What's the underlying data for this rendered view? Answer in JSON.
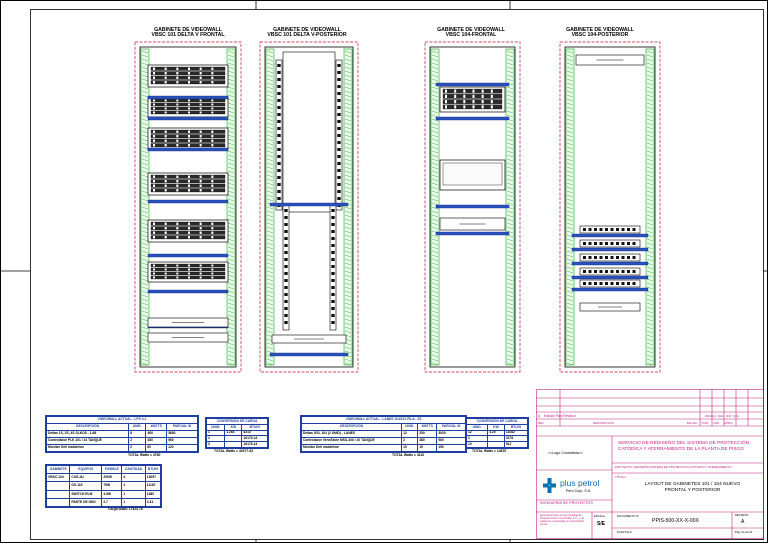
{
  "cabinets": [
    {
      "title": "GABINETE DE VIDEOWALL\nVBSC 101 DELTA V FRONTAL"
    },
    {
      "title": "GABINETE DE VIDEOWALL\nVBSC 101 DELTA V-POSTERIOR"
    },
    {
      "title": "GABINETE DE VIDEOWALL\nVBSC 104-FRONTAL"
    },
    {
      "title": "GABINETE DE VIDEOWALL\nVBSC 104-POSTERIOR"
    }
  ],
  "table_a": {
    "title": "VIDEOWALL ACTUAL - LPS 4.1",
    "headers": [
      "DESCRIPCIÓN",
      "UNID.",
      "WATTS",
      "PARCIAL W"
    ],
    "rows": [
      [
        "Deltas 1S, 2S, 4S SLKOS - 1.68",
        "8",
        "460",
        "3680"
      ],
      [
        "Controlador PLK 101 / 24 TANQUE",
        "2",
        "480",
        "960"
      ],
      [
        "Monitor Dell maldetnor",
        "2",
        "60",
        "120"
      ]
    ],
    "total": "TOTAL Watts =  4760"
  },
  "table_b": {
    "title": "CONVERSIÓN DE CARGA",
    "headers": [
      "UNID.",
      "KW",
      "BTU/H"
    ],
    "rows": [
      [
        "1",
        "1.264",
        "4313"
      ],
      [
        "2",
        "",
        "16176.14"
      ],
      [
        "3",
        "",
        "16176.14"
      ]
    ],
    "total": "TOTAL Watts =  40377.63"
  },
  "table_c": {
    "title": "VIDEOWALL ACTUAL - LANES 104/101 FILA - 2S",
    "headers": [
      "DESCRIPCIÓN",
      "UNID.",
      "WATTS",
      "PARCIAL W"
    ],
    "rows": [
      [
        "Deltas GSL 104 (2 UNID) - LANES",
        "12",
        "250",
        "3000"
      ],
      [
        "Controlador VennStore MSS-400 / 20 TANQUE",
        "2",
        "480",
        "960"
      ],
      [
        "Monitor Dell maldetnor",
        "10",
        "15",
        "150"
      ]
    ],
    "total": "TOTAL Watts =  4110"
  },
  "table_d": {
    "title": "CONVERSIÓN DE CARGA",
    "headers": [
      "UNID.",
      "KW",
      "BTU/H"
    ],
    "rows": [
      [
        "12",
        "3.25",
        "11082"
      ],
      [
        "2",
        "",
        "3276"
      ],
      [
        "10",
        "",
        "512"
      ]
    ],
    "total": "TOTAL Watts =  14870"
  },
  "table_e": {
    "headers": [
      "GABINETE",
      "EQUIPOS",
      "FUSIBLE",
      "CANTIDAD",
      "BTU/H"
    ],
    "rows": [
      [
        "VBSC-104",
        "COS-4U",
        "250W",
        "4",
        "13057"
      ],
      [
        "",
        "GS-115",
        "75W",
        "1",
        "11187"
      ],
      [
        "",
        "SWITCH RLM",
        "4.5W",
        "1",
        "1480"
      ],
      [
        "",
        "PARTE DE HDD",
        "2.7",
        "1",
        "3.41"
      ]
    ],
    "total": "Carga total=  17424.76"
  },
  "title_block": {
    "rev_rows": [
      {
        "rev": "A",
        "desc": "Emisión Para Revisión",
        "date": "2024-01",
        "drawn": "DGV",
        "chk": "JFR",
        "appr": "CFA"
      }
    ],
    "rev_headers": [
      "REV",
      "DESCRIPCIÓN",
      "FECHA",
      "POR",
      "CHK",
      "APRO"
    ],
    "logo_contratista": "<<Logo Contratista>>",
    "project_title": "SERVICIO DE REDISEÑO DEL SISTEMA DE PROTECCIÓN CATÓDICA Y ATERRAMIENTO DE LA PLANTA DE PISCO",
    "proyecto_label": "PROYECTO: REDISEÑO SISTEMA DE PROTECCIÓN CATÓDICA Y ATERRAMIENTO",
    "titulo_label": "TÍTULO",
    "drawing_title": "LAYOUT DE GABINETES 101 / 104 NUEVO FRONTAL Y POSTERIOR",
    "company_name": "plus petrol",
    "company_sub": "Perú Corp. S.A.",
    "company_dept": "INGENIERÍA DE PROYECTOS",
    "disclaimer": "Este documento es de propiedad de Pluspetrol Perú Corporation S.A., y no podrá ser reproducido sin autorización previa.",
    "escala_label": "ESCALA",
    "escala_value": "S/E",
    "doc_label": "DOCUMENTO N°",
    "doc_number": "PPIS-500-XX-X-00X",
    "rev_label": "REVISIÓN",
    "rev_value": "A",
    "plantilla_label": "PLANTILLA",
    "page": "Pág. 01 de 01"
  },
  "colors": {
    "green": "#1aa51a",
    "red_dash": "#c0102a",
    "blue": "#1f3fa0",
    "magenta": "#c02080"
  }
}
